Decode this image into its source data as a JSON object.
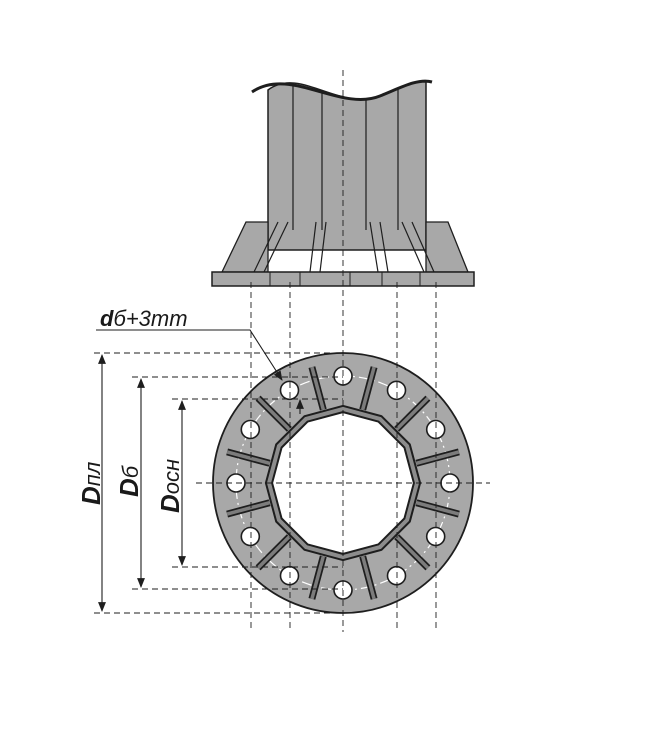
{
  "labels": {
    "bolt_hole": {
      "prefix": "d",
      "suffix": "б+3mm"
    },
    "flange_diameter": {
      "prefix": "D",
      "suffix": "пл"
    },
    "bolt_circle_diameter": {
      "prefix": "D",
      "suffix": "б"
    },
    "base_diameter": {
      "prefix": "D",
      "suffix": "осн"
    }
  },
  "drawing": {
    "bolt_count": 12,
    "rib_count": 12,
    "colors": {
      "metal": "#a8a8a8",
      "metal_dark": "#7c7c7c",
      "outline": "#1e1e1e",
      "text": "#1a1a1a"
    }
  }
}
